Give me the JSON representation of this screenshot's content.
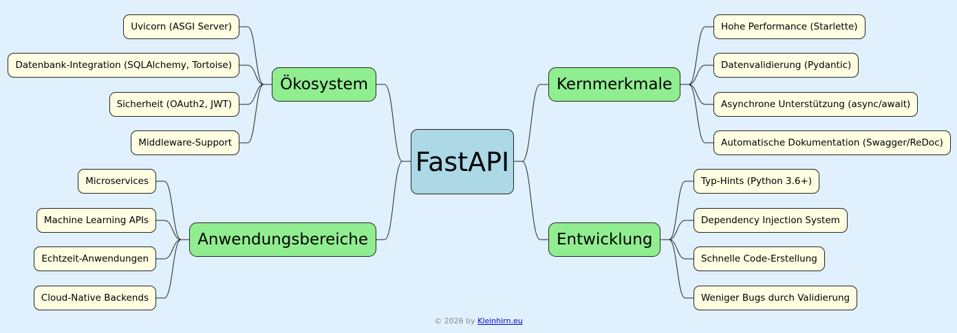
{
  "center": "FastAPI",
  "branches": [
    {
      "label": "Ökosystem",
      "side": "left",
      "leaves": [
        "Uvicorn (ASGI Server)",
        "Datenbank-Integration (SQLAlchemy, Tortoise)",
        "Sicherheit (OAuth2, JWT)",
        "Middleware-Support"
      ]
    },
    {
      "label": "Anwendungsbereiche",
      "side": "left",
      "leaves": [
        "Microservices",
        "Machine Learning APIs",
        "Echtzeit-Anwendungen",
        "Cloud-Native Backends"
      ]
    },
    {
      "label": "Kernmerkmale",
      "side": "right",
      "leaves": [
        "Hohe Performance (Starlette)",
        "Datenvalidierung (Pydantic)",
        "Asynchrone Unterstützung (async/await)",
        "Automatische Dokumentation (Swagger/ReDoc)"
      ]
    },
    {
      "label": "Entwicklung",
      "side": "right",
      "leaves": [
        "Typ-Hints (Python 3.6+)",
        "Dependency Injection System",
        "Schnelle Code-Erstellung",
        "Weniger Bugs durch Validierung"
      ]
    }
  ],
  "footer": {
    "prefix": "© 2026 by",
    "link": "Kleinhirn.eu"
  },
  "colors": {
    "background": "#e0f0fd",
    "center": "#add8e6",
    "main": "#90ee90",
    "leaf": "#fffde2"
  }
}
